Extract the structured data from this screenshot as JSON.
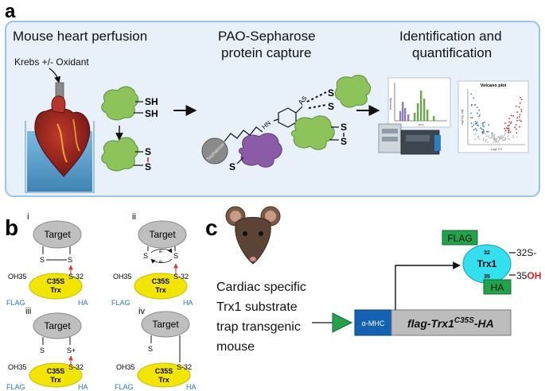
{
  "panel_a": {
    "letter": "a",
    "step1_title": "Mouse heart perfusion",
    "perfusion_label": "Krebs +/- Oxidant",
    "thiol_top": "SH",
    "thiol_bottom": "SH",
    "disulfide_s1": "S",
    "disulfide_s2": "S",
    "step2_title_line1": "PAO-Sepharose",
    "step2_title_line2": "protein capture",
    "pao_arsenic": "As",
    "pao_nh": "HN",
    "bead_label": "Sepharose",
    "captured_s1": "S",
    "captured_s2": "S",
    "purple_s": "S",
    "disulfide2_s1": "S",
    "disulfide2_s2": "S",
    "step3_title_line1": "Identification and",
    "step3_title_line2": "quantification",
    "spectrum_ylabel": "Intensity",
    "spectrum_xlabel": "m/z",
    "volcano_title": "Volcano plot",
    "volcano_xlabel": "Log2 FC",
    "volcano_ylabel": "-log10(p_adj)"
  },
  "panel_b": {
    "letter": "b",
    "roman_i": "i",
    "roman_ii": "ii",
    "roman_iii": "iii",
    "roman_iv": "iv",
    "target": "Target",
    "trx_line1": "C35S",
    "trx_line2": "Trx",
    "oh35": "OH35",
    "s32": "S-32",
    "flag": "FLAG",
    "ha": "HA",
    "s": "S",
    "s_plus": "S+",
    "electron": "e-"
  },
  "panel_c": {
    "letter": "c",
    "mouse_text": [
      "Cardiac specific",
      "Trx1 substrate",
      "trap transgenic",
      "mouse"
    ],
    "promoter": "α-MHC",
    "construct_base": "flag-Trx1",
    "construct_sup": "C35S",
    "construct_suffix": "-HA",
    "flag_tag": "FLAG",
    "ha_tag": "HA",
    "trx1": "Trx1",
    "site32": "32",
    "site35": "35",
    "label_32": "32S-",
    "label_35_num": "35",
    "label_35_oh": "OH"
  },
  "colors": {
    "panel_a_bg": "#e8f1fa",
    "panel_a_border": "#9cc4e4",
    "protein_green": "#8cc45a",
    "protein_purple": "#8a5ca8",
    "trx_yellow": "#f2e600",
    "target_gray": "#bfbfbf",
    "flag_blue": "#1f77c8",
    "promoter_blue": "#1462b4",
    "tag_green": "#22a34a",
    "trx1_cyan": "#33e0f0",
    "oh_red": "#e0241a",
    "construct_gray": "#bdbdbd",
    "volcano_up": "#c0282d",
    "volcano_down": "#3a78c0"
  }
}
